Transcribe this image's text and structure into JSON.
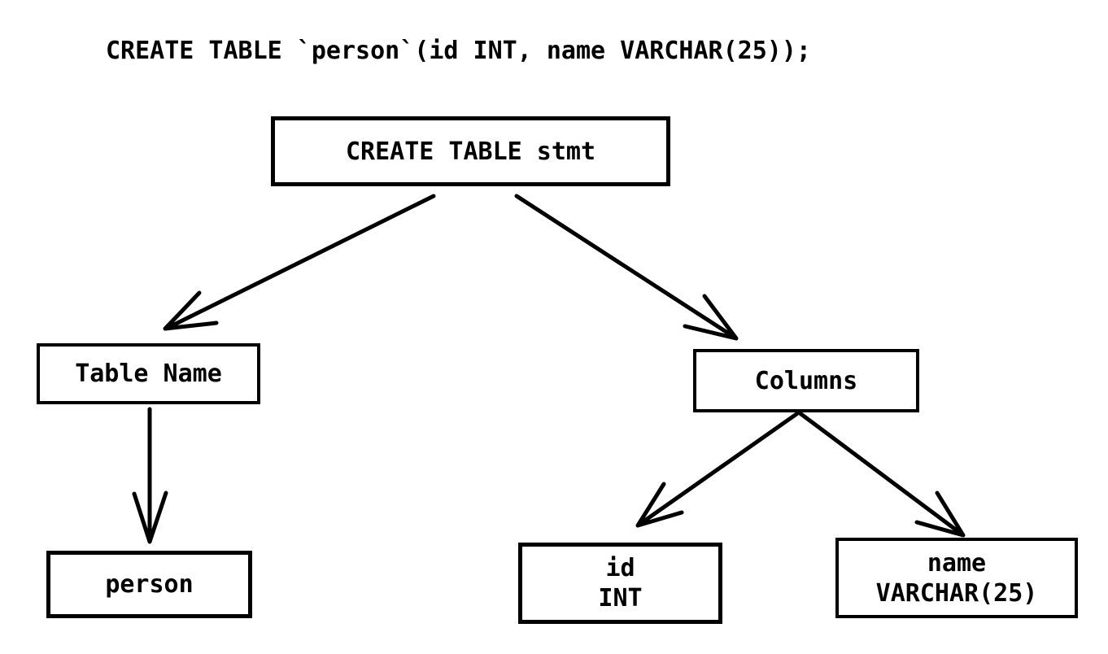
{
  "colors": {
    "foreground": "#000000",
    "background": "#ffffff"
  },
  "sql_statement": "CREATE TABLE `person`(id INT, name VARCHAR(25));",
  "tree": {
    "root": {
      "label": "CREATE TABLE stmt"
    },
    "table_name": {
      "label": "Table Name"
    },
    "columns": {
      "label": "Columns"
    },
    "person": {
      "label": "person"
    },
    "col_id": {
      "line1": "id",
      "line2": "INT"
    },
    "col_name": {
      "line1": "name",
      "line2": "VARCHAR(25)"
    }
  },
  "edges": [
    {
      "from": "CREATE TABLE stmt",
      "to": "Table Name"
    },
    {
      "from": "CREATE TABLE stmt",
      "to": "Columns"
    },
    {
      "from": "Table Name",
      "to": "person"
    },
    {
      "from": "Columns",
      "to": "id INT"
    },
    {
      "from": "Columns",
      "to": "name VARCHAR(25)"
    }
  ]
}
